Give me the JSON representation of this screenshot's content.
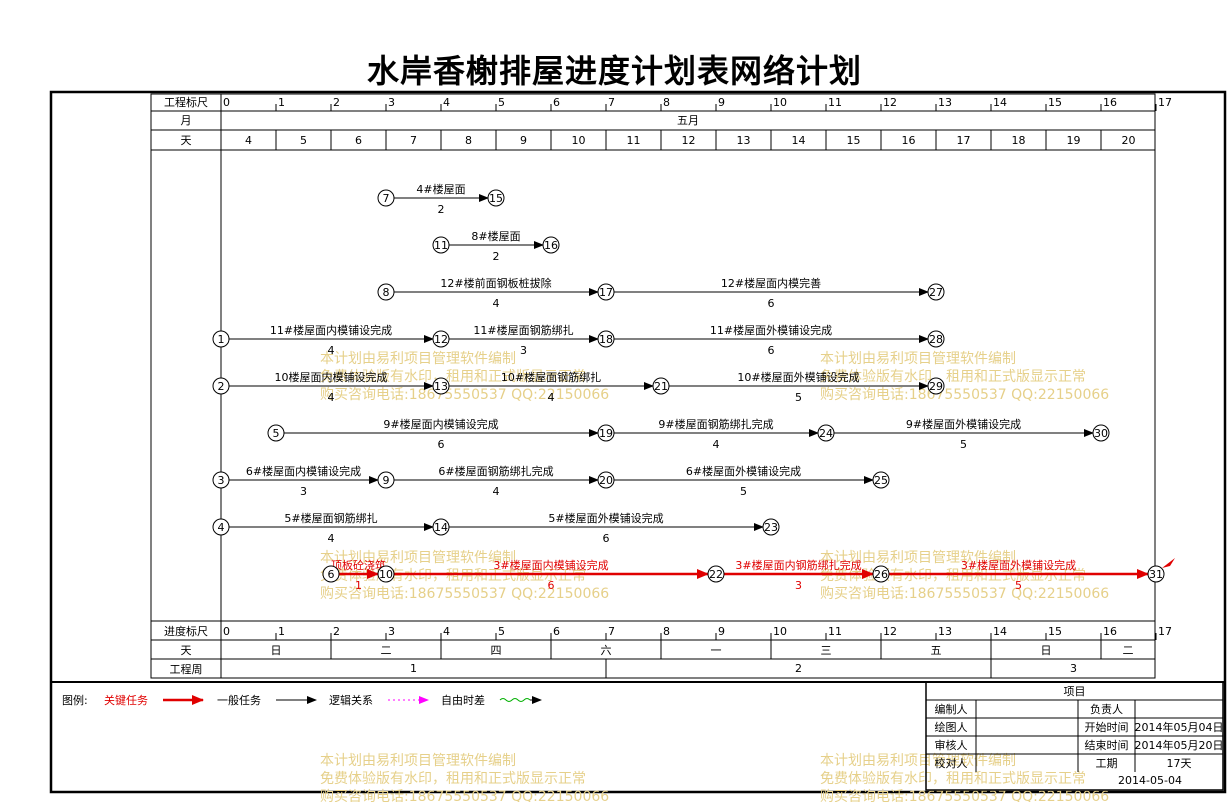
{
  "title": "水岸香榭排屋进度计划表网络计划",
  "header": {
    "row_labels": [
      "工程标尺",
      "月",
      "天"
    ],
    "scale_ticks": [
      "0",
      "1",
      "2",
      "3",
      "4",
      "5",
      "6",
      "7",
      "8",
      "9",
      "10",
      "11",
      "12",
      "13",
      "14",
      "15",
      "16",
      "17"
    ],
    "month": "五月",
    "days": [
      "4",
      "5",
      "6",
      "7",
      "8",
      "9",
      "10",
      "11",
      "12",
      "13",
      "14",
      "15",
      "16",
      "17",
      "18",
      "19",
      "20"
    ]
  },
  "footer": {
    "row_labels": [
      "进度标尺",
      "天",
      "工程周"
    ],
    "scale_ticks": [
      "0",
      "1",
      "2",
      "3",
      "4",
      "5",
      "6",
      "7",
      "8",
      "9",
      "10",
      "11",
      "12",
      "13",
      "14",
      "15",
      "16",
      "17"
    ],
    "weekdays": [
      "日",
      "二",
      "四",
      "六",
      "一",
      "三",
      "五",
      "日",
      "二"
    ],
    "weeks": [
      "1",
      "2",
      "3"
    ]
  },
  "network": {
    "nodes": [
      {
        "id": "1",
        "t": 0,
        "row": 3
      },
      {
        "id": "2",
        "t": 0,
        "row": 4
      },
      {
        "id": "3",
        "t": 0,
        "row": 6
      },
      {
        "id": "4",
        "t": 0,
        "row": 7
      },
      {
        "id": "5",
        "t": 1,
        "row": 5
      },
      {
        "id": "6",
        "t": 2,
        "row": 8
      },
      {
        "id": "7",
        "t": 3,
        "row": 0
      },
      {
        "id": "8",
        "t": 3,
        "row": 2
      },
      {
        "id": "9",
        "t": 3,
        "row": 6
      },
      {
        "id": "10",
        "t": 3,
        "row": 8
      },
      {
        "id": "11",
        "t": 4,
        "row": 1
      },
      {
        "id": "12",
        "t": 4,
        "row": 3
      },
      {
        "id": "13",
        "t": 4,
        "row": 4
      },
      {
        "id": "14",
        "t": 4,
        "row": 7
      },
      {
        "id": "15",
        "t": 5,
        "row": 0
      },
      {
        "id": "16",
        "t": 6,
        "row": 1
      },
      {
        "id": "17",
        "t": 7,
        "row": 2
      },
      {
        "id": "18",
        "t": 7,
        "row": 3
      },
      {
        "id": "19",
        "t": 7,
        "row": 5
      },
      {
        "id": "20",
        "t": 7,
        "row": 6
      },
      {
        "id": "21",
        "t": 8,
        "row": 4
      },
      {
        "id": "22",
        "t": 9,
        "row": 8
      },
      {
        "id": "23",
        "t": 10,
        "row": 7
      },
      {
        "id": "24",
        "t": 11,
        "row": 5
      },
      {
        "id": "25",
        "t": 12,
        "row": 6
      },
      {
        "id": "26",
        "t": 12,
        "row": 8
      },
      {
        "id": "27",
        "t": 13,
        "row": 2
      },
      {
        "id": "28",
        "t": 13,
        "row": 3
      },
      {
        "id": "29",
        "t": 13,
        "row": 4
      },
      {
        "id": "30",
        "t": 16,
        "row": 5
      },
      {
        "id": "31",
        "t": 17,
        "row": 8
      }
    ],
    "tasks": [
      {
        "from": "7",
        "to": "15",
        "name": "4#楼屋面",
        "dur": "2",
        "critical": false
      },
      {
        "from": "11",
        "to": "16",
        "name": "8#楼屋面",
        "dur": "2",
        "critical": false
      },
      {
        "from": "8",
        "to": "17",
        "name": "12#楼前面钢板桩拔除",
        "dur": "4",
        "critical": false
      },
      {
        "from": "17",
        "to": "27",
        "name": "12#楼屋面内模完善",
        "dur": "6",
        "critical": false
      },
      {
        "from": "1",
        "to": "12",
        "name": "11#楼屋面内模铺设完成",
        "dur": "4",
        "critical": false
      },
      {
        "from": "12",
        "to": "18",
        "name": "11#楼屋面钢筋绑扎",
        "dur": "3",
        "critical": false
      },
      {
        "from": "18",
        "to": "28",
        "name": "11#楼屋面外模铺设完成",
        "dur": "6",
        "critical": false
      },
      {
        "from": "2",
        "to": "13",
        "name": "10楼屋面内模铺设完成",
        "dur": "4",
        "critical": false
      },
      {
        "from": "13",
        "to": "21",
        "name": "10#楼屋面钢筋绑扎",
        "dur": "4",
        "critical": false
      },
      {
        "from": "21",
        "to": "29",
        "name": "10#楼屋面外模铺设完成",
        "dur": "5",
        "critical": false
      },
      {
        "from": "5",
        "to": "19",
        "name": "9#楼屋面内模铺设完成",
        "dur": "6",
        "critical": false
      },
      {
        "from": "19",
        "to": "24",
        "name": "9#楼屋面钢筋绑扎完成",
        "dur": "4",
        "critical": false
      },
      {
        "from": "24",
        "to": "30",
        "name": "9#楼屋面外模铺设完成",
        "dur": "5",
        "critical": false
      },
      {
        "from": "3",
        "to": "9",
        "name": "6#楼屋面内模铺设完成",
        "dur": "3",
        "critical": false
      },
      {
        "from": "9",
        "to": "20",
        "name": "6#楼屋面钢筋绑扎完成",
        "dur": "4",
        "critical": false
      },
      {
        "from": "20",
        "to": "25",
        "name": "6#楼屋面外模铺设完成",
        "dur": "5",
        "critical": false
      },
      {
        "from": "4",
        "to": "14",
        "name": "5#楼屋面钢筋绑扎",
        "dur": "4",
        "critical": false
      },
      {
        "from": "14",
        "to": "23",
        "name": "5#楼屋面外模铺设完成",
        "dur": "6",
        "critical": false
      },
      {
        "from": "6",
        "to": "10",
        "name": "顶板砼浇筑",
        "dur": "1",
        "critical": true
      },
      {
        "from": "10",
        "to": "22",
        "name": "3#楼屋面内模铺设完成",
        "dur": "6",
        "critical": true
      },
      {
        "from": "22",
        "to": "26",
        "name": "3#楼屋面内钢筋绑扎完成",
        "dur": "3",
        "critical": true
      },
      {
        "from": "26",
        "to": "31",
        "name": "3#楼屋面外模铺设完成",
        "dur": "5",
        "critical": true
      }
    ]
  },
  "legend": {
    "label": "图例:",
    "items": [
      {
        "name": "关键任务",
        "color": "#e00000"
      },
      {
        "name": "一般任务",
        "color": "#000000"
      },
      {
        "name": "逻辑关系",
        "color": "#000000"
      },
      {
        "name": "自由时差",
        "color": "#000000"
      }
    ]
  },
  "info_table": {
    "title": "项目",
    "rows": [
      {
        "label": "编制人",
        "value": "",
        "label2": "负责人",
        "value2": ""
      },
      {
        "label": "绘图人",
        "value": "",
        "label2": "开始时间",
        "value2": "2014年05月04日"
      },
      {
        "label": "审核人",
        "value": "",
        "label2": "结束时间",
        "value2": "2014年05月20日"
      },
      {
        "label": "校对人",
        "value": "",
        "label2": "工期",
        "value2": "17天"
      }
    ],
    "date": "2014-05-04"
  },
  "watermark": {
    "lines": [
      "本计划由易利项目管理软件编制",
      "免费体验版有水印，租用和正式版显示正常",
      "购买咨询电话:18675550537 QQ:22150066"
    ]
  },
  "colors": {
    "critical": "#e00000",
    "normal": "#000000",
    "free_float_line": "#00b000",
    "logic_head": "#ff00ff",
    "watermark": "#e6d08a"
  }
}
